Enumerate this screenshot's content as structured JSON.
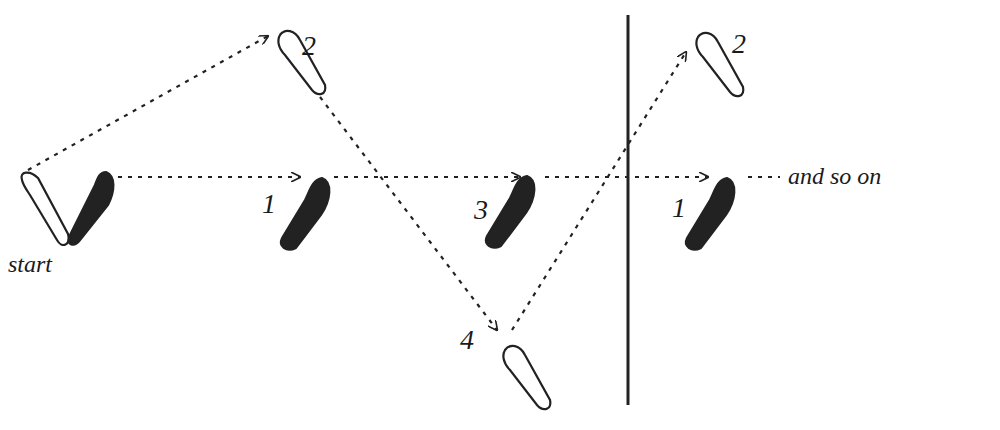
{
  "diagram": {
    "labels": [
      "start",
      "2",
      "1",
      "3",
      "4",
      "2",
      "1",
      "and so on"
    ]
  }
}
